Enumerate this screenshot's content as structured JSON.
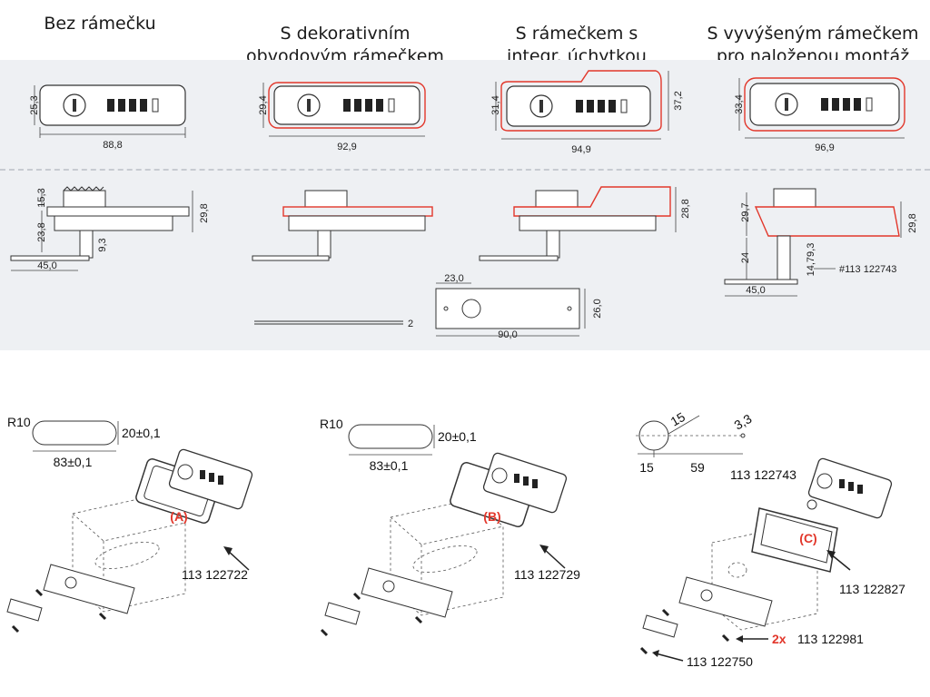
{
  "headers": [
    "Bez rámečku",
    "S dekorativním\nobvodovým rámečkem",
    "S rámečkem s\ninteg​r.  úchytkou",
    "S vyvýšeným rámečkem\npro naloženou montáž"
  ],
  "dims_top": {
    "a_h": "25,3",
    "a_w": "88,8",
    "b_h": "29,4",
    "b_w": "92,9",
    "c_h1": "31,4",
    "c_h2": "37,2",
    "c_w": "94,9",
    "d_h": "33,4",
    "d_w": "96,9"
  },
  "dims_side": {
    "a_top": "15,3",
    "a_tot": "29,8",
    "a_bot": "23,8",
    "a_small": "9,3",
    "a_len": "45,0",
    "c_h": "28,8",
    "d_h1": "29,7",
    "d_h2": "29,8",
    "d_h3": "24",
    "d_h4": "14,79,3",
    "d_len": "45,0",
    "d_code": "#113 122743"
  },
  "plate": {
    "w": "90,0",
    "h": "26,0",
    "hole": "23,0",
    "thick": "2"
  },
  "cutout_a": {
    "r": "R10",
    "h": "20±0,1",
    "w": "83±0,1"
  },
  "cutout_b": {
    "r": "R10",
    "h": "20±0,1",
    "w": "83±0,1"
  },
  "cutout_c": {
    "d": "15",
    "d2": "3,3",
    "o1": "15",
    "o2": "59"
  },
  "callouts": {
    "a_label": "(A)",
    "a_code": "113 122722",
    "b_label": "(B)",
    "b_code": "113 122729",
    "c_label": "(C)",
    "c_code": "113 122827",
    "c_part": "113 122743",
    "c_screw_qty": "2x",
    "c_screw_code": "113 122981",
    "c_pin": "113 122750"
  },
  "colors": {
    "accent": "#e2372b",
    "band": "#eef0f3"
  }
}
